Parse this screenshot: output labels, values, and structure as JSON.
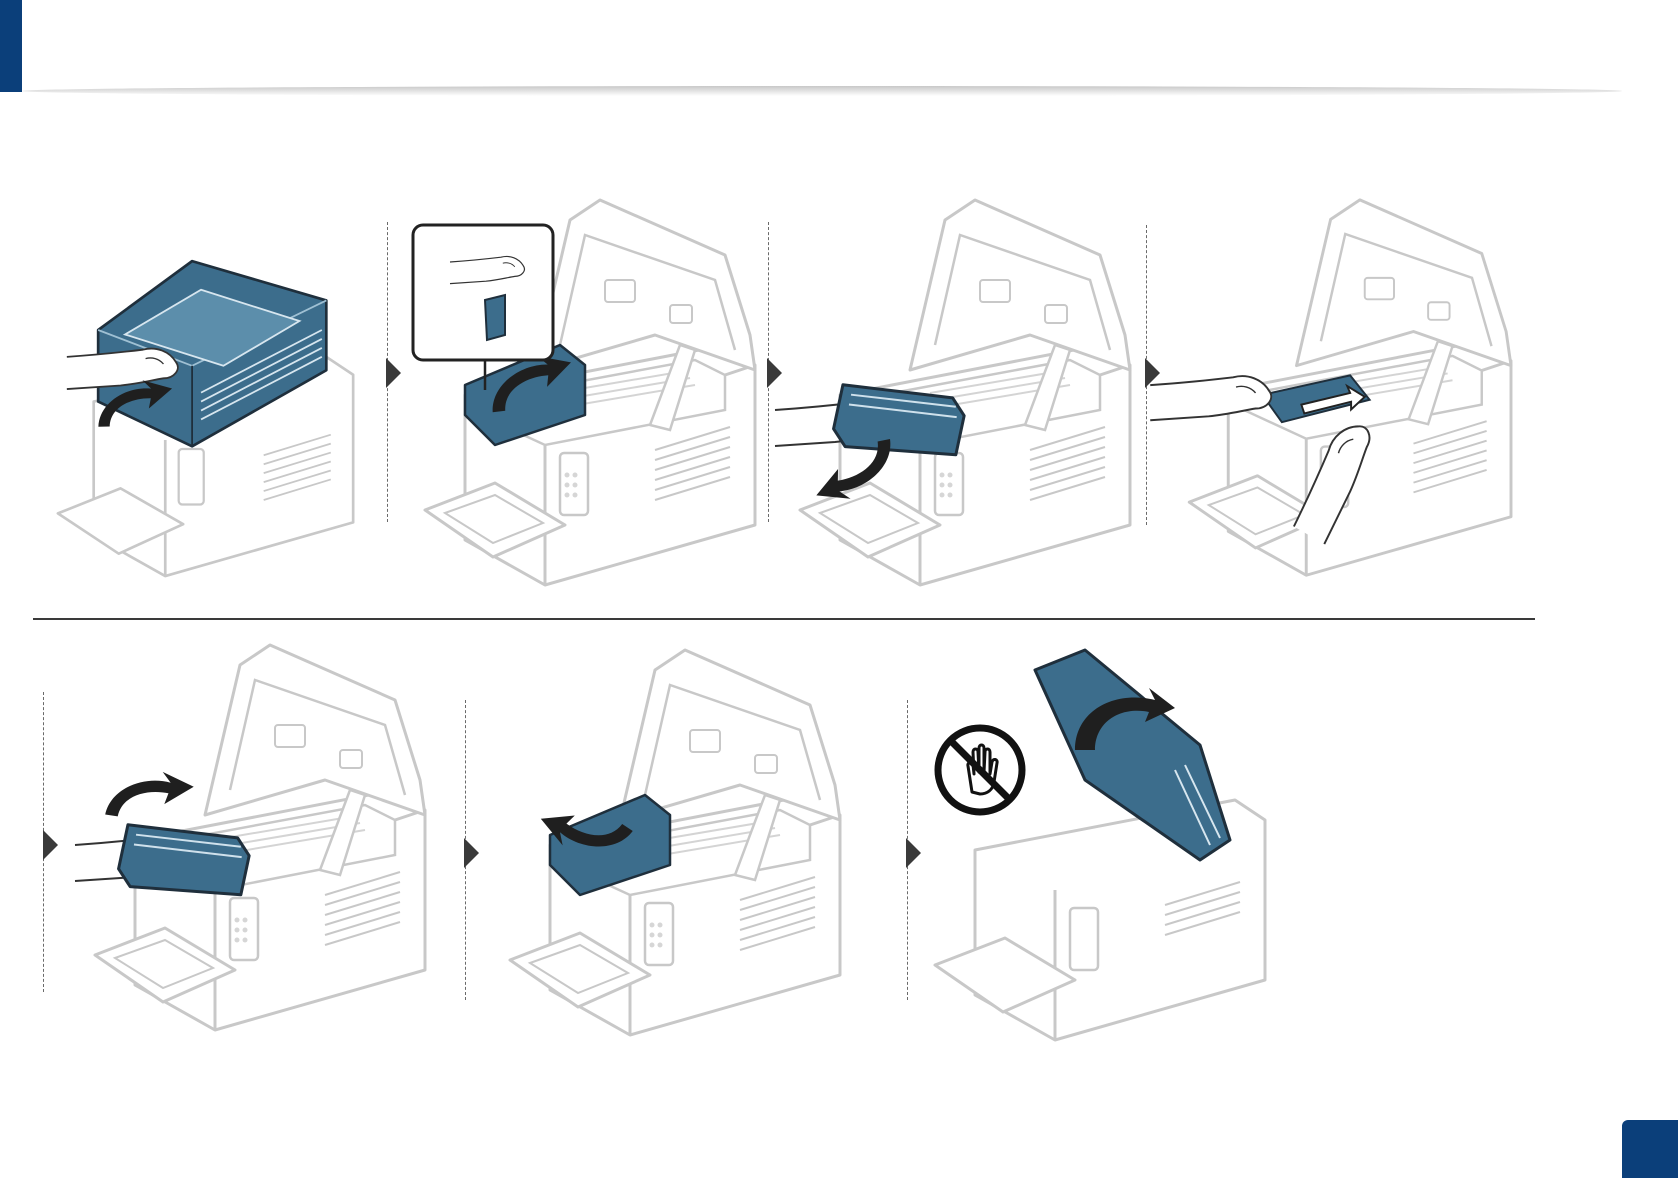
{
  "colors": {
    "brand_blue": "#0b3f7a",
    "highlight_blue": "#3c6d8c",
    "outline_gray": "#c8c8c8",
    "ink": "#222222"
  },
  "steps": [
    {
      "label": "open-scan-unit",
      "icon": "curved-arrow-up"
    },
    {
      "label": "open-inner-cover",
      "icon": "curved-arrow-left"
    },
    {
      "label": "remove-toner-cartridge",
      "icon": "curved-arrow-down"
    },
    {
      "label": "pull-out-jammed-paper",
      "icon": "straight-arrow-left"
    },
    {
      "label": "reinsert-toner-cartridge",
      "icon": "curved-arrow-up"
    },
    {
      "label": "close-inner-cover",
      "icon": "curved-arrow-left"
    },
    {
      "label": "close-scan-unit",
      "icon": "curved-arrow-down"
    }
  ],
  "icons": {
    "caution": "do-not-touch-hand-icon",
    "step_marker": "triangle-right-icon"
  }
}
